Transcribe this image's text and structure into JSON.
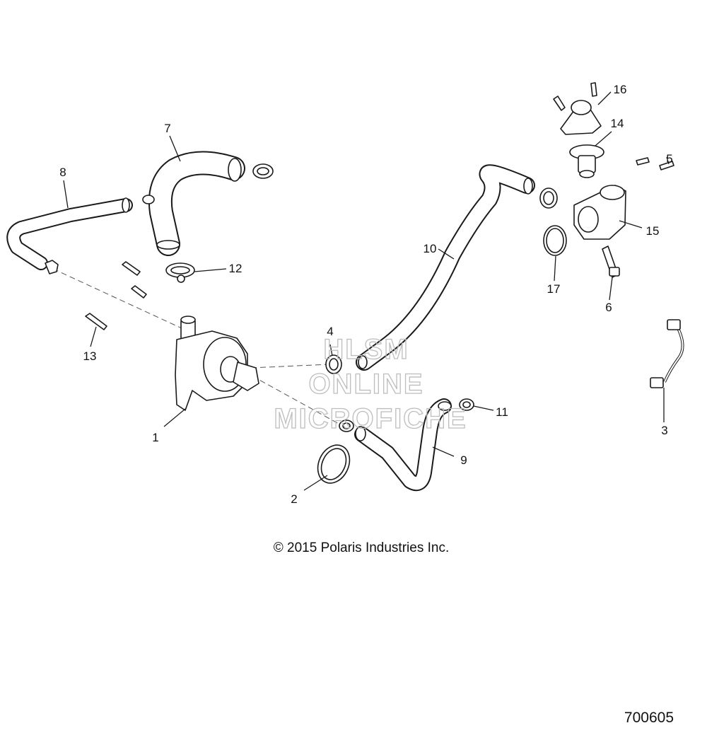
{
  "callouts": {
    "c1": "1",
    "c2": "2",
    "c3": "3",
    "c4": "4",
    "c5": "5",
    "c6": "6",
    "c7": "7",
    "c8": "8",
    "c9": "9",
    "c10": "10",
    "c11": "11",
    "c12": "12",
    "c13": "13",
    "c14": "14",
    "c15": "15",
    "c16": "16",
    "c17": "17"
  },
  "copyright": "© 2015 Polaris Industries Inc.",
  "figure_number": "700605",
  "watermark": {
    "line1": "HLSM",
    "line2": "ONLINE",
    "line3": "MICROFICHE"
  },
  "colors": {
    "ink": "#1a1a1a",
    "watermark": "#bdbdbd",
    "background": "#ffffff"
  }
}
